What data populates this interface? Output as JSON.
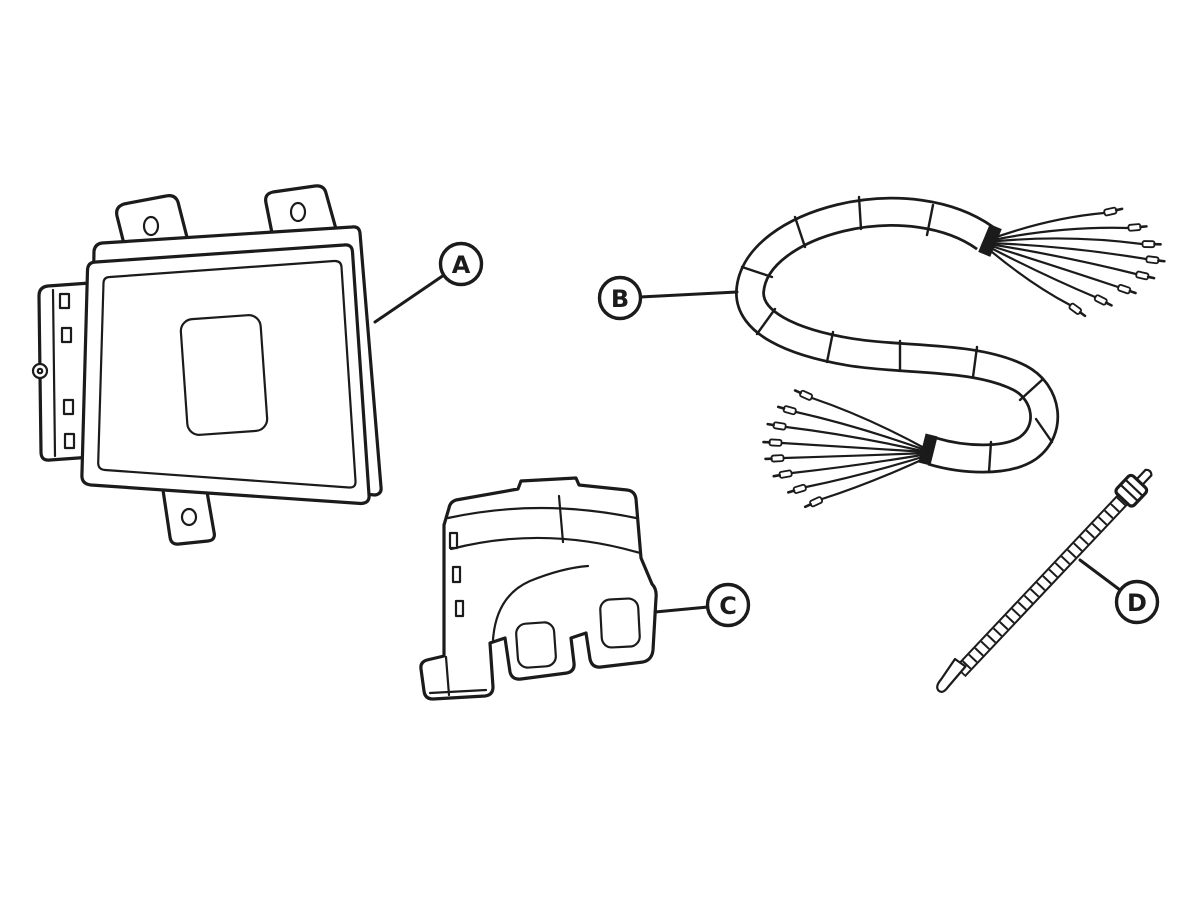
{
  "figure": {
    "background_color": "#ffffff",
    "line_color": "#1b1b1b"
  },
  "callouts": {
    "a": "A",
    "b": "B",
    "c": "C",
    "d": "D"
  }
}
